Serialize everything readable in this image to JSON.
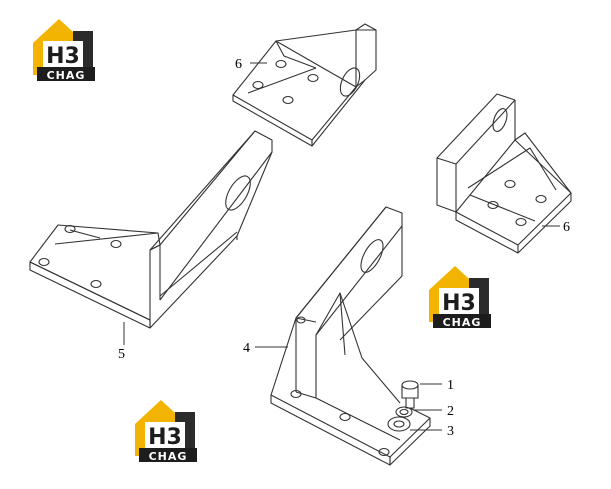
{
  "callouts": {
    "c1": "1",
    "c2": "2",
    "c3": "3",
    "c4": "4",
    "c5": "5",
    "c6a": "6",
    "c6b": "6"
  },
  "logo": {
    "mark": "H3",
    "wordmark": "CHAG"
  },
  "colors": {
    "logo_yellow": "#f2b400",
    "logo_dark": "#2b2b2b",
    "line": "#333333"
  }
}
